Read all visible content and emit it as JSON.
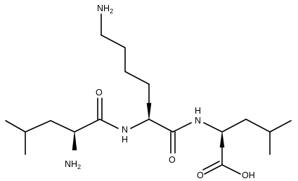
{
  "molecule": {
    "atom_labels": {
      "amine_top": {
        "main": "NH",
        "sub": "2"
      },
      "amine_bottom": {
        "main": "NH",
        "sub": "2"
      },
      "amide_n_1": "N",
      "amide_n_1_h": "H",
      "amide_n_2": "N",
      "amide_n_2_h": "H",
      "oxygen_1": "O",
      "oxygen_2": "O",
      "oxygen_3": "O",
      "hydroxyl": "OH"
    }
  }
}
